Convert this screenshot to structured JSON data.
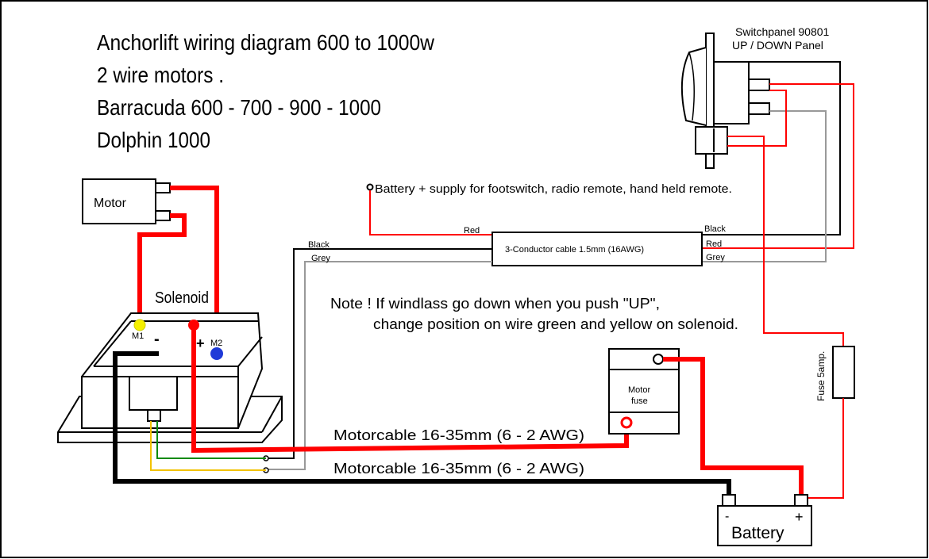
{
  "title_lines": [
    "Anchorlift wiring diagram 600  to 1000w",
    "2 wire motors .",
    "Barracuda 600 - 700 - 900 - 1000",
    "Dolphin 1000"
  ],
  "switchpanel": {
    "title": "Switchpanel 90801",
    "subtitle": "UP / DOWN Panel"
  },
  "battery_supply": "Battery + supply for footswitch, radio remote, hand held remote.",
  "motor_label": "Motor",
  "solenoid_label": "Solenoid",
  "solenoid_terminals": {
    "m1": "M1",
    "minus": "-",
    "plus": "+",
    "m2": "M2"
  },
  "cable_label": "3-Conductor cable 1.5mm (16AWG)",
  "wire_labels": {
    "left_black": "Black",
    "left_grey": "Grey",
    "supply_red": "Red",
    "right_black": "Black",
    "right_red": "Red",
    "right_grey": "Grey"
  },
  "note": {
    "line1": "Note ! If  windlass go down when you push \"UP\",",
    "line2": "change position on wire green and yellow on solenoid."
  },
  "motor_fuse": {
    "line1": "Motor",
    "line2": "fuse"
  },
  "fuse_5amp": "Fuse 5amp.",
  "motorcable_1": "Motorcable 16-35mm (6 - 2 AWG)",
  "motorcable_2": "Motorcable 16-35mm (6 - 2 AWG)",
  "battery": {
    "label": "Battery",
    "minus": "-",
    "plus": "+"
  },
  "colors": {
    "red": "#ff0000",
    "black": "#000000",
    "grey": "#999999",
    "green": "#0a8a0a",
    "yellow": "#f2c200",
    "blue": "#1f3ad8",
    "yellow_dot": "#f5f000"
  }
}
